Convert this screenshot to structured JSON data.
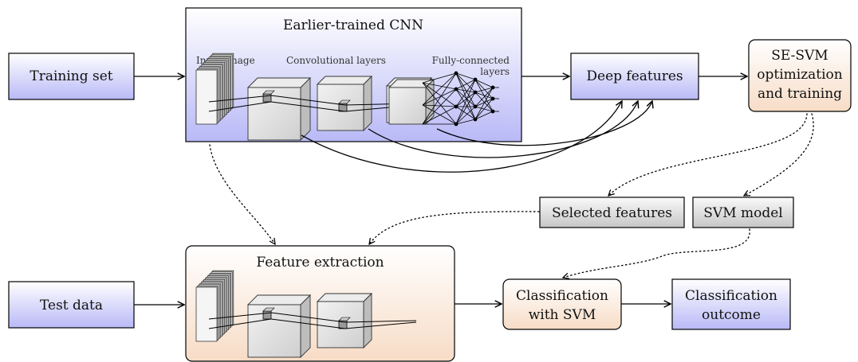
{
  "diagram": {
    "nodes": {
      "training_set": "Training set",
      "cnn_title": "Earlier-trained CNN",
      "input_image": "Input image",
      "conv_layers": "Convolutional layers",
      "fc_line1": "Fully-connected",
      "fc_line2": "layers",
      "deep_features": "Deep features",
      "sesvm_line1": "SE-SVM",
      "sesvm_line2": "optimization",
      "sesvm_line3": "and training",
      "selected_features": "Selected features",
      "svm_model": "SVM model",
      "feature_extraction": "Feature extraction",
      "test_data": "Test data",
      "classification_line1": "Classification",
      "classification_line2": "with SVM",
      "outcome_line1": "Classification",
      "outcome_line2": "outcome"
    },
    "colors": {
      "blue_box_top": "#ffffff",
      "blue_box_bottom": "#b9b9f7",
      "orange_box_top": "#ffffff",
      "orange_box_bottom": "#f7dcc6",
      "gray_box_top": "#fafafa",
      "gray_box_bottom": "#c6c6c6"
    }
  }
}
